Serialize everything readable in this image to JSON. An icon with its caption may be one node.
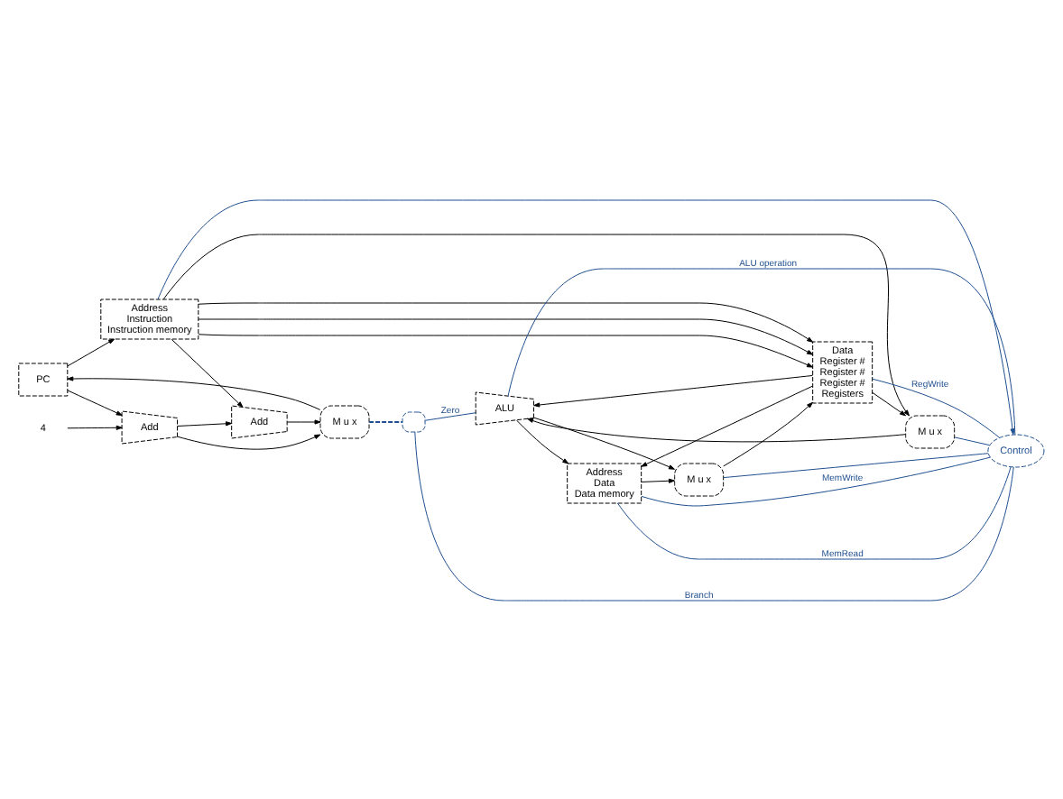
{
  "diagram": {
    "nodes": [
      {
        "text": [
          "PC"
        ]
      },
      {
        "text": [
          "Address",
          "Instruction",
          "Instruction memory"
        ]
      },
      {
        "text": [
          "4"
        ]
      },
      {
        "text": [
          "Add"
        ]
      },
      {
        "text": [
          "Add"
        ]
      },
      {
        "text": [
          "M u x"
        ]
      },
      {
        "text": [],
        "shape": "gate"
      },
      {
        "text": [
          "Data",
          "Register #",
          "Register #",
          "Register #",
          "Registers"
        ]
      },
      {
        "text": [
          "M u x"
        ]
      },
      {
        "text": [
          "ALU"
        ]
      },
      {
        "text": [
          "Address",
          "Data",
          "Data memory"
        ]
      },
      {
        "text": [
          "M u x"
        ]
      },
      {
        "text": [
          "Control"
        ]
      }
    ],
    "edges": [
      {
        "from": 5,
        "to": 0,
        "arrow": "to"
      },
      {
        "from": 0,
        "to": 1,
        "arrow": "to"
      },
      {
        "from": 0,
        "to": 3,
        "arrow": "to"
      },
      {
        "from": 2,
        "to": 3,
        "arrow": "to"
      },
      {
        "from": 3,
        "to": 5,
        "arrow": "to"
      },
      {
        "from": 3,
        "to": 4,
        "arrow": "to"
      },
      {
        "from": 4,
        "to": 5,
        "arrow": "to"
      },
      {
        "from": 1,
        "to": 4,
        "arrow": "to"
      },
      {
        "from": 1,
        "to": 7,
        "arrow": "to"
      },
      {
        "from": 1,
        "to": 7,
        "arrow": "to"
      },
      {
        "from": 1,
        "to": 7,
        "arrow": "to"
      },
      {
        "from": 1,
        "to": 8,
        "arrow": "to"
      },
      {
        "from": 1,
        "to": 12,
        "arrow": "to",
        "color": "#1f4f8f"
      },
      {
        "from": 7,
        "to": 9,
        "arrow": "to"
      },
      {
        "from": 7,
        "to": 8,
        "arrow": "to"
      },
      {
        "from": 7,
        "to": 10,
        "arrow": "to"
      },
      {
        "from": 8,
        "to": 9,
        "arrow": "to"
      },
      {
        "from": 9,
        "to": 10,
        "arrow": "to"
      },
      {
        "from": 9,
        "to": 11,
        "arrow": "to"
      },
      {
        "from": 10,
        "to": 11,
        "arrow": "to"
      },
      {
        "from": 11,
        "to": 7,
        "arrow": "to"
      },
      {
        "from": 9,
        "to": 6,
        "label": "Zero",
        "arrow": "none",
        "color": "#1f4f8f"
      },
      {
        "from": 6,
        "to": 5,
        "arrow": "none",
        "style": "dashed",
        "color": "#1f4f8f"
      },
      {
        "from": 12,
        "to": 6,
        "label": "Branch",
        "arrow": "none",
        "color": "#1f4f8f"
      },
      {
        "from": 12,
        "to": 7,
        "label": "RegWrite",
        "arrow": "none",
        "color": "#1f4f8f"
      },
      {
        "from": 12,
        "to": 9,
        "label": "ALU operation",
        "arrow": "none",
        "color": "#1f4f8f"
      },
      {
        "from": 12,
        "to": 8,
        "arrow": "none",
        "color": "#1f4f8f"
      },
      {
        "from": 12,
        "to": 10,
        "label": "MemWrite",
        "arrow": "none",
        "color": "#1f4f8f"
      },
      {
        "from": 12,
        "to": 10,
        "label": "MemRead",
        "arrow": "none",
        "color": "#1f4f8f"
      },
      {
        "from": 12,
        "to": 11,
        "arrow": "none",
        "color": "#1f4f8f"
      }
    ]
  }
}
